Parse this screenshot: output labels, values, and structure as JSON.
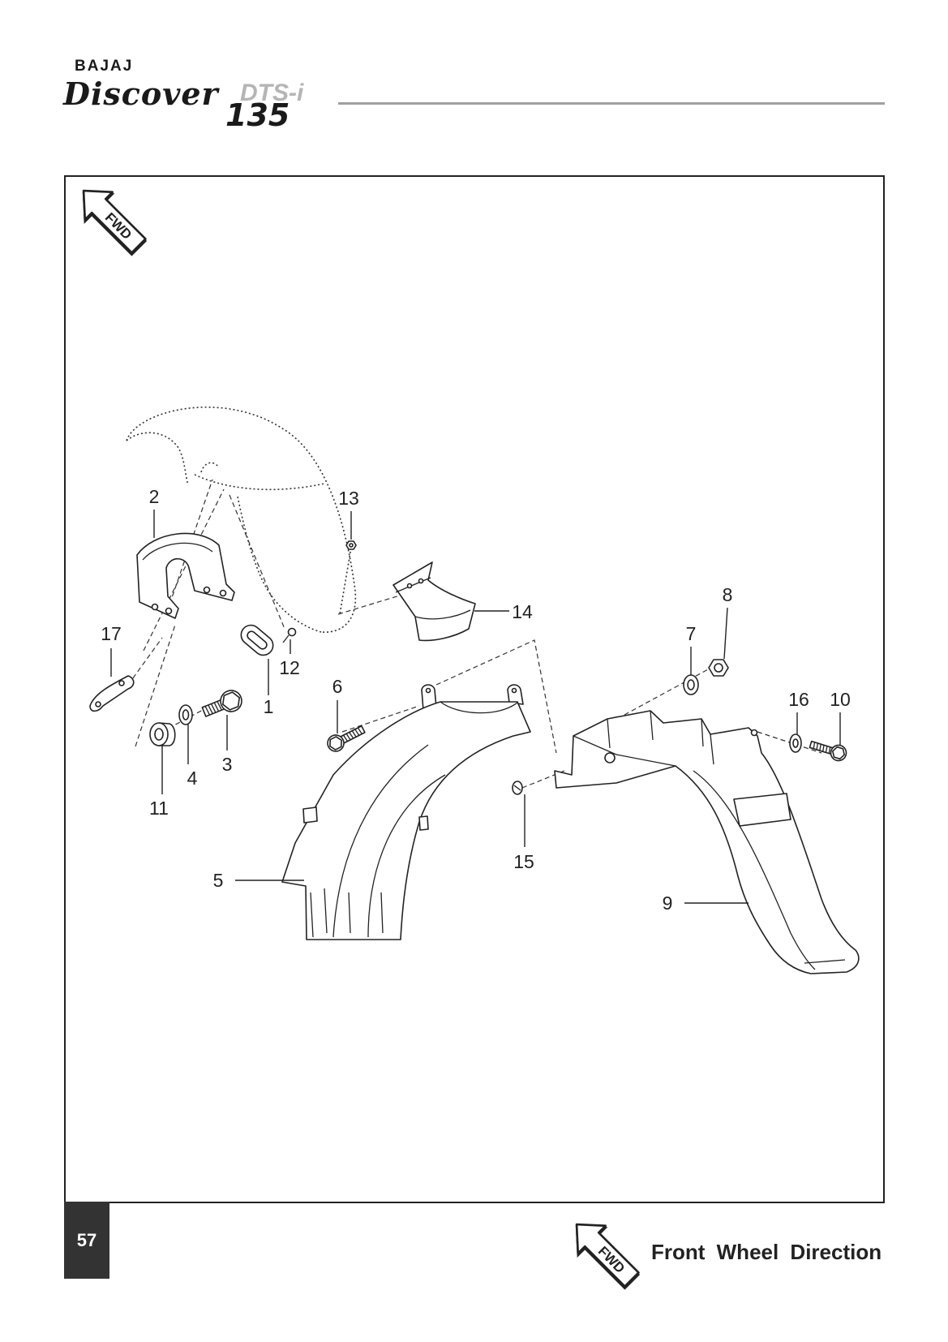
{
  "header": {
    "brand": "BAJAJ",
    "model": "Discover",
    "variant": "DTS-i",
    "displacement": "135"
  },
  "diagram": {
    "fwd_label": "FWD",
    "callouts": [
      "1",
      "2",
      "3",
      "4",
      "5",
      "6",
      "7",
      "8",
      "9",
      "10",
      "11",
      "12",
      "13",
      "14",
      "15",
      "16",
      "17"
    ]
  },
  "footer": {
    "page_number": "57",
    "fwd_label": "FWD",
    "legend": "Front Wheel Direction"
  },
  "icons": {
    "direction": "fwd-arrow-icon"
  },
  "colors": {
    "ink": "#222222",
    "page_box": "#333333",
    "rule": "#a0a0a0",
    "logo_accent": "#b5b5b5"
  }
}
